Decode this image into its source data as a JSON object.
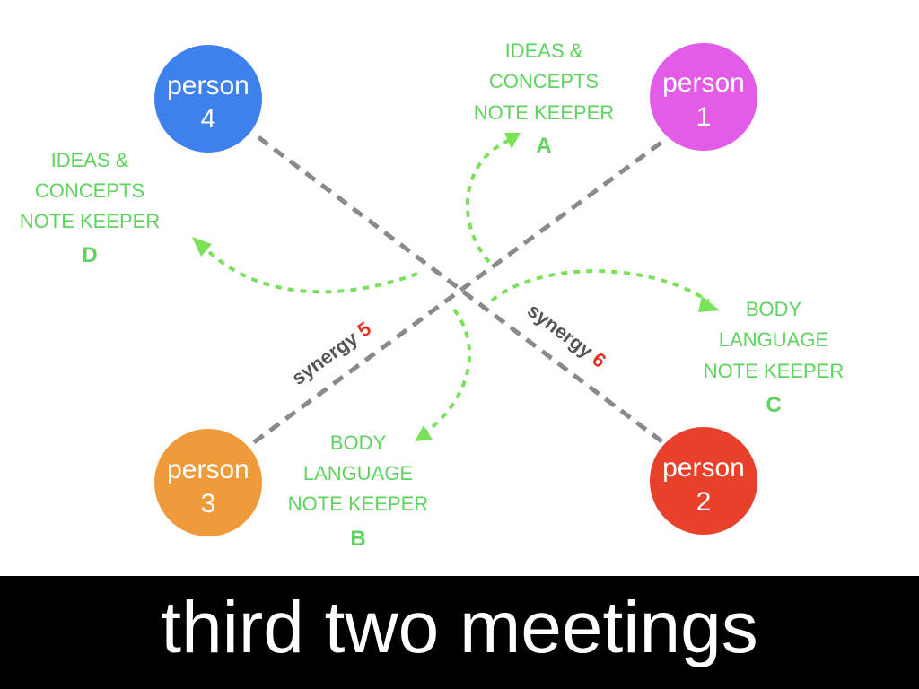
{
  "people": [
    {
      "id": "person-1",
      "line1": "person",
      "line2": "1",
      "color": "#e25ce8"
    },
    {
      "id": "person-2",
      "line1": "person",
      "line2": "2",
      "color": "#e8412b"
    },
    {
      "id": "person-3",
      "line1": "person",
      "line2": "3",
      "color": "#ef9a3b"
    },
    {
      "id": "person-4",
      "line1": "person",
      "line2": "4",
      "color": "#3f81ec"
    }
  ],
  "note_keepers": {
    "A": {
      "lines": [
        "IDEAS &",
        "CONCEPTS",
        "NOTE KEEPER"
      ],
      "letter": "A"
    },
    "B": {
      "lines": [
        "BODY",
        "LANGUAGE",
        "NOTE KEEPER"
      ],
      "letter": "B"
    },
    "C": {
      "lines": [
        "BODY",
        "LANGUAGE",
        "NOTE KEEPER"
      ],
      "letter": "C"
    },
    "D": {
      "lines": [
        "IDEAS &",
        "CONCEPTS",
        "NOTE KEEPER"
      ],
      "letter": "D"
    }
  },
  "synergies": [
    {
      "id": "synergy-5",
      "word": "synergy",
      "number": "5"
    },
    {
      "id": "synergy-6",
      "word": "synergy",
      "number": "6"
    }
  ],
  "footer": {
    "title": "third two meetings"
  },
  "colors": {
    "note_green": "#5fd35f",
    "arrow_green": "#7be05a",
    "connector_gray": "#8a8a8a",
    "synergy_red": "#e63222"
  }
}
